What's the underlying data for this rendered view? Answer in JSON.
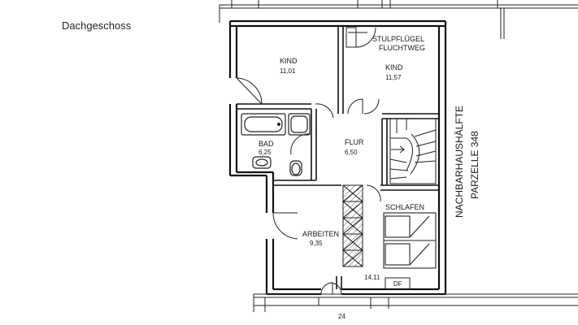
{
  "caption": "Dachgeschoss",
  "plan": {
    "labels": {
      "stulpfluegel": "STULPFLÜGEL",
      "fluchtweg": "FLUCHTWEG",
      "kind1_name": "KIND",
      "kind1_area": "11,01",
      "kind2_name": "KIND",
      "kind2_area": "11,57",
      "bad_name": "BAD",
      "bad_area": "6,25",
      "flur_name": "FLUR",
      "flur_area": "6,50",
      "schlafen_name": "SCHLAFEN",
      "arbeiten_name": "ARBEITEN",
      "arbeiten_area": "9,35",
      "schlafen_area": "14,11",
      "df": "DF",
      "nachbar_line1": "NACHBARHAUSHÄLFTE",
      "nachbar_line2": "PARZELLE 348",
      "dim_24": "24"
    },
    "colors": {
      "line": "#1a1a1a",
      "hatch": "#555555"
    }
  }
}
